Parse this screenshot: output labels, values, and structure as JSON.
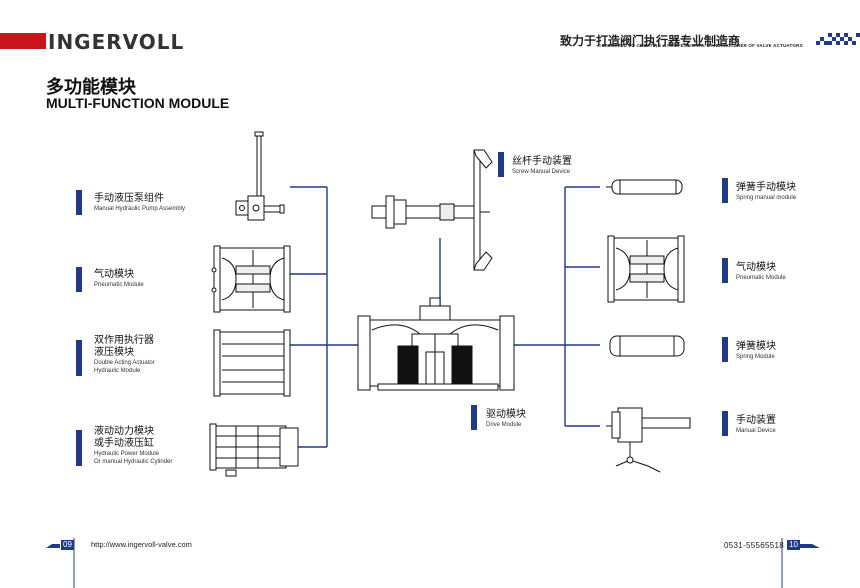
{
  "header": {
    "logo": "INGERVOLL",
    "slogan_cn": "致力于打造阀门执行器专业制造商",
    "slogan_en": "COMMITTED TO CREATING A PROFESSIONAL MANUFACTURER OF VALVE ACTUATORS"
  },
  "title": {
    "cn": "多功能模块",
    "en": "MULTI-FUNCTION MODULE"
  },
  "left_modules": [
    {
      "cn1": "手动液压泵组件",
      "cn2": "",
      "en1": "Manual Hydraulic Pump Assembly",
      "en2": ""
    },
    {
      "cn1": "气动模块",
      "cn2": "",
      "en1": "Pneumatic Module",
      "en2": ""
    },
    {
      "cn1": "双作用执行器",
      "cn2": "液压模块",
      "en1": "Double Acting Actuator",
      "en2": "Hydraulic Module"
    },
    {
      "cn1": "液动动力模块",
      "cn2": "或手动液压缸",
      "en1": "Hydraulic Power Module",
      "en2": "Or manual Hydraulic Cylinder"
    }
  ],
  "center_modules": {
    "top": {
      "cn": "丝杆手动装置",
      "en": "Screw Manual Device"
    },
    "drive": {
      "cn": "驱动模块",
      "en": "Drive Module"
    }
  },
  "right_modules": [
    {
      "cn": "弹簧手动模块",
      "en": "Spring manual module"
    },
    {
      "cn": "气动模块",
      "en": "Pneumatic Module"
    },
    {
      "cn": "弹簧模块",
      "en": "Spring Module"
    },
    {
      "cn": "手动装置",
      "en": "Manual Device"
    }
  ],
  "footer": {
    "url": "http://www.ingervoll-valve.com",
    "phone": "0531-55565518",
    "page_left": "09",
    "page_right": "10"
  },
  "colors": {
    "accent_blue": "#1f3a8a",
    "brand_red": "#c8161d"
  }
}
